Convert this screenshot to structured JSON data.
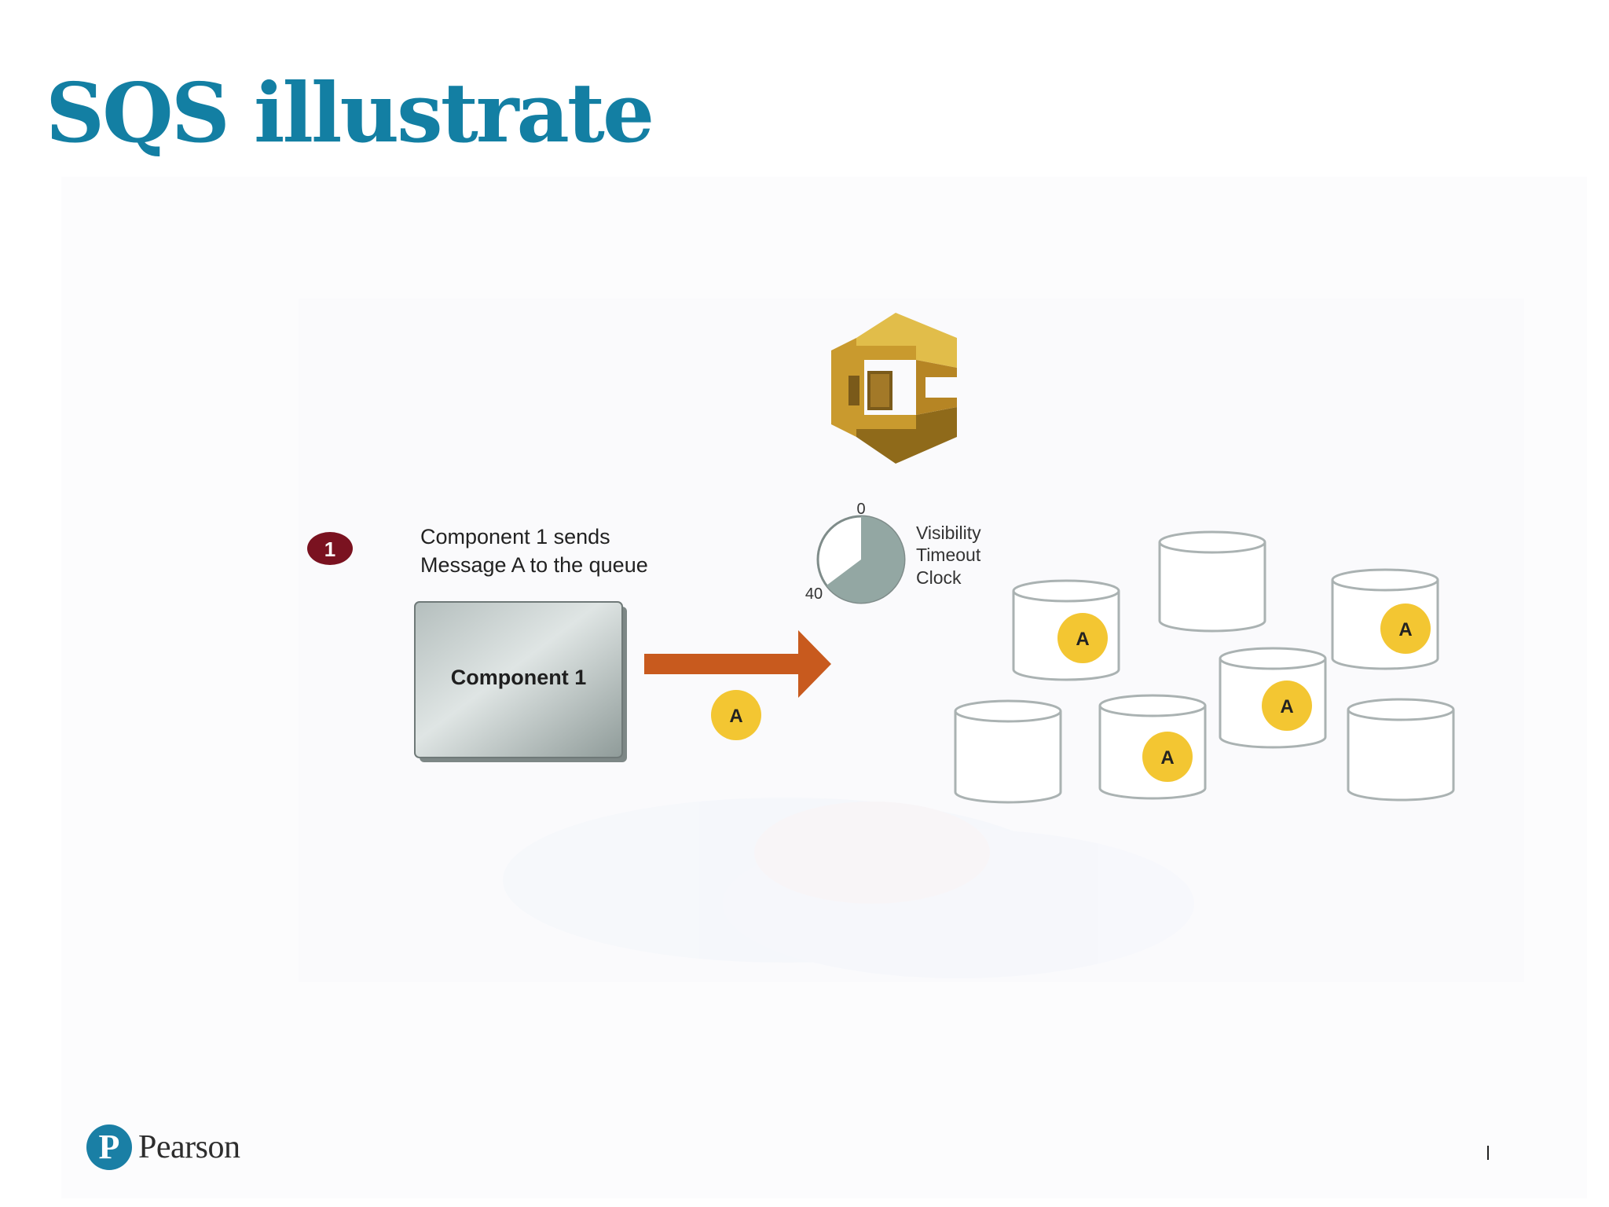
{
  "slide": {
    "title": "SQS illustrate"
  },
  "diagram": {
    "step_number": "1",
    "step_description_line1": "Component 1 sends",
    "step_description_line2": "Message A to the queue",
    "component_label": "Component 1",
    "message_label": "A",
    "clock": {
      "top_label": "0",
      "side_label": "40",
      "caption_line1": "Visibility",
      "caption_line2": "Timeout",
      "caption_line3": "Clock"
    },
    "colors": {
      "title": "#137fa3",
      "step_badge": "#7a1220",
      "arrow": "#c85a1e",
      "message": "#f3c632",
      "sqs_icon": "#c99a2e",
      "component_box": "#9aa5a3",
      "clock_fill": "#93a7a3"
    }
  },
  "footer": {
    "brand_mark": "P",
    "brand_name": "Pearson"
  }
}
